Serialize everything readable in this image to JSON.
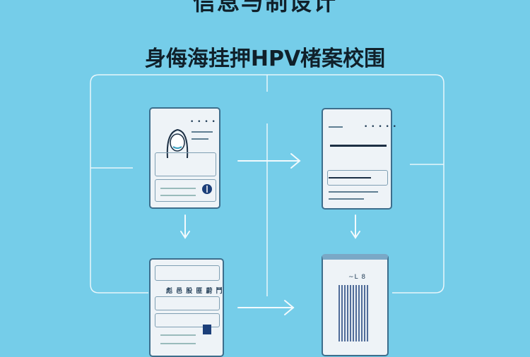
{
  "header": {
    "title": "信息与制设计",
    "subtitle": "身侮海挂押HPV楮案校围"
  },
  "cards": [
    {
      "label": "• • • •"
    },
    {
      "label": "• • • • •"
    },
    {
      "label": "彪 邑 股 匪 蔚 鬥"
    },
    {
      "label": "~L 8"
    }
  ],
  "colors": {
    "background": "#75cde9",
    "line": "#e8f6fb",
    "card_border": "#3d6e8c",
    "accent": "#1c3f7a"
  }
}
